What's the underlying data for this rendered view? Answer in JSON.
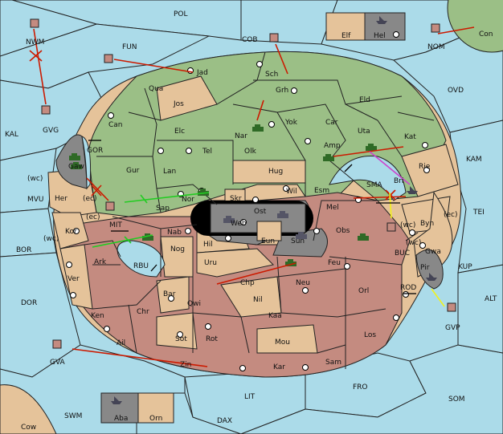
{
  "colors": {
    "sea": "#abdbe9",
    "green": "#9bbf86",
    "tan": "#e5c39a",
    "red": "#c48b80",
    "grey": "#888888",
    "order_red": "#cc1a00",
    "order_green": "#22cc22",
    "order_yellow": "#f2f21a",
    "order_pink": "#cc44cc"
  },
  "sea_labels": [
    "POL",
    "COB",
    "FUN",
    "NWM",
    "NOM",
    "Con",
    "OVD",
    "KAL",
    "GVG",
    "GOR",
    "MVU",
    "BOR",
    "MIT",
    "RBU",
    "DOR",
    "GVA",
    "SWM",
    "Cow",
    "DAX",
    "LIT",
    "FRO",
    "SOM",
    "ALT",
    "KUP",
    "BUC",
    "ROD",
    "GVP",
    "TEI",
    "KAM",
    "SMA"
  ],
  "territory_labels": [
    "Elf",
    "Hel",
    "Jad",
    "Sch",
    "Qua",
    "Jos",
    "Grh",
    "Eld",
    "Can",
    "Elc",
    "Nar",
    "Yok",
    "Car",
    "Uta",
    "Tel",
    "Olk",
    "Amp",
    "Kat",
    "Gur",
    "Lan",
    "Hug",
    "Rie",
    "Gaw",
    "Her",
    "(wc)",
    "(ec)",
    "Sap",
    "Nor",
    "Skr",
    "Ost",
    "Wil",
    "Esm",
    "Bri",
    "Kor",
    "Web",
    "Mel",
    "Byn",
    "Nab",
    "Eun",
    "Sun",
    "Obs",
    "Gwa",
    "Hil",
    "Nog",
    "Ark",
    "Uru",
    "Feu",
    "Pir",
    "Ver",
    "Chp",
    "Neu",
    "Bar",
    "Qwi",
    "Nil",
    "Orl",
    "Ken",
    "Chr",
    "Kaa",
    "Sot",
    "Rot",
    "Mou",
    "Los",
    "Ail",
    "Zin",
    "Kar",
    "Sam",
    "Aba",
    "Orn"
  ]
}
